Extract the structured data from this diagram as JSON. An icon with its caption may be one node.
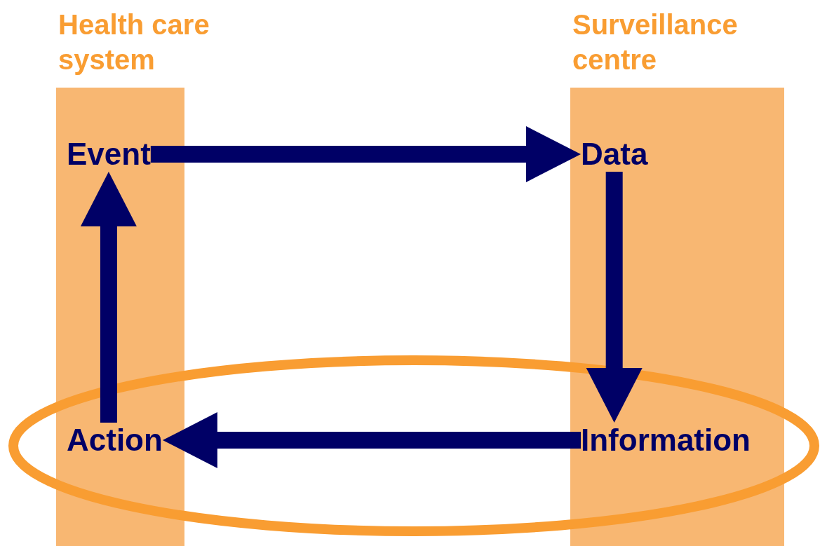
{
  "diagram": {
    "nodes": [
      {
        "text": [
          "Health care system"
        ]
      },
      {
        "text": [
          "Event"
        ],
        "in": 0
      },
      {
        "text": [
          "Action"
        ],
        "in": 0
      },
      {
        "text": [
          "Surveillance centre"
        ]
      },
      {
        "text": [
          "Data"
        ],
        "in": 3
      },
      {
        "text": [
          "Information"
        ],
        "in": 3
      }
    ],
    "edges": [
      {
        "from": 1,
        "to": 4,
        "arrow": "to"
      },
      {
        "from": 4,
        "to": 5,
        "arrow": "to"
      },
      {
        "from": 5,
        "to": 2,
        "arrow": "to"
      },
      {
        "from": 2,
        "to": 1,
        "arrow": "to"
      }
    ]
  }
}
